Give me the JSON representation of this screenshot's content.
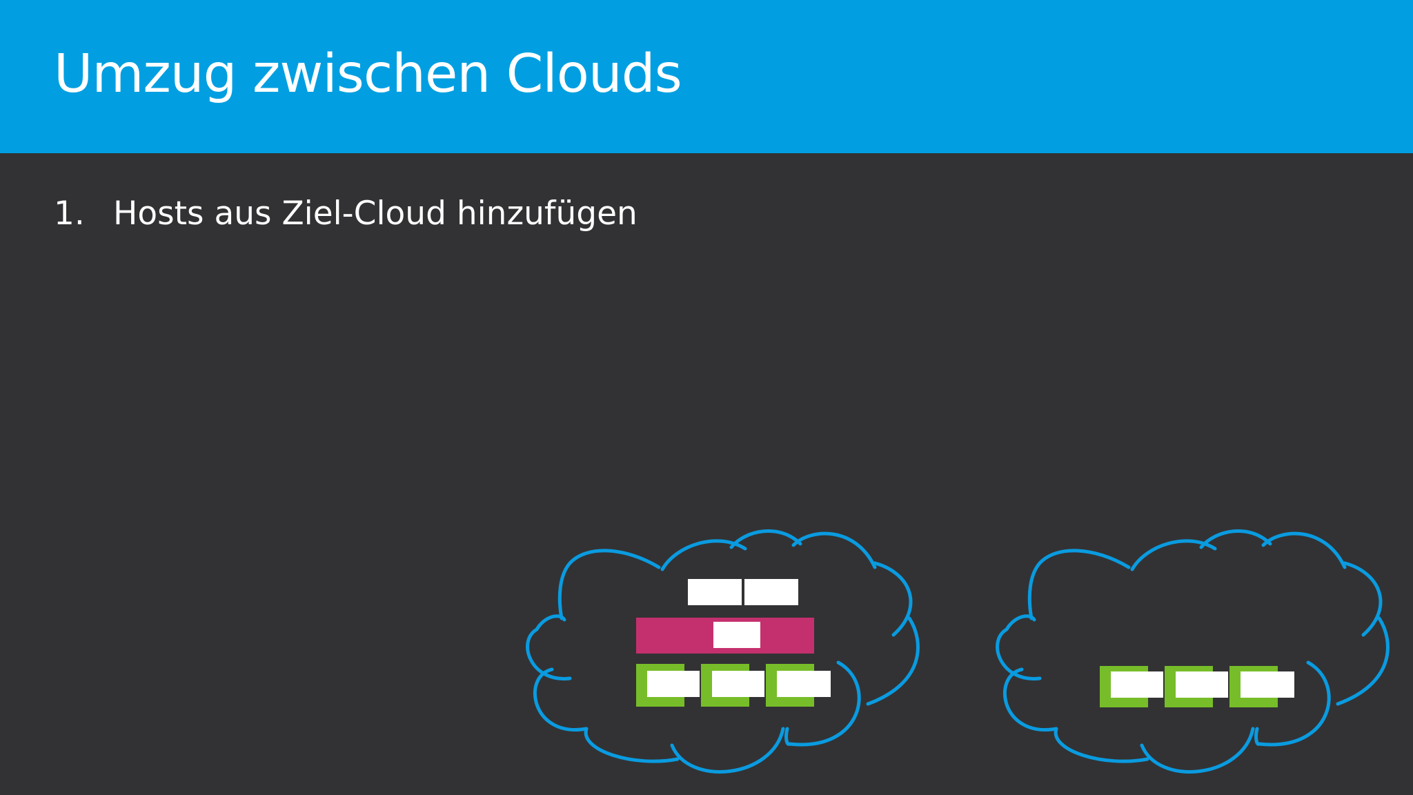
{
  "slide": {
    "title": "Umzug zwischen Clouds",
    "bullets": [
      {
        "number": "1.",
        "text": "Hosts aus Ziel-Cloud hinzufügen"
      }
    ]
  },
  "colors": {
    "header": "#019fe1",
    "background": "#323234",
    "cloud_outline": "#0a9be0",
    "host_green": "#77bd29",
    "service_magenta": "#c4306d",
    "container_white": "#ffffff"
  },
  "diagram": {
    "clouds": [
      {
        "name": "source-cloud",
        "layers": [
          "containers",
          "service",
          "hosts"
        ],
        "host_count": 3,
        "service_count": 1,
        "container_count": 2
      },
      {
        "name": "target-cloud",
        "layers": [
          "hosts"
        ],
        "host_count": 3
      }
    ]
  }
}
